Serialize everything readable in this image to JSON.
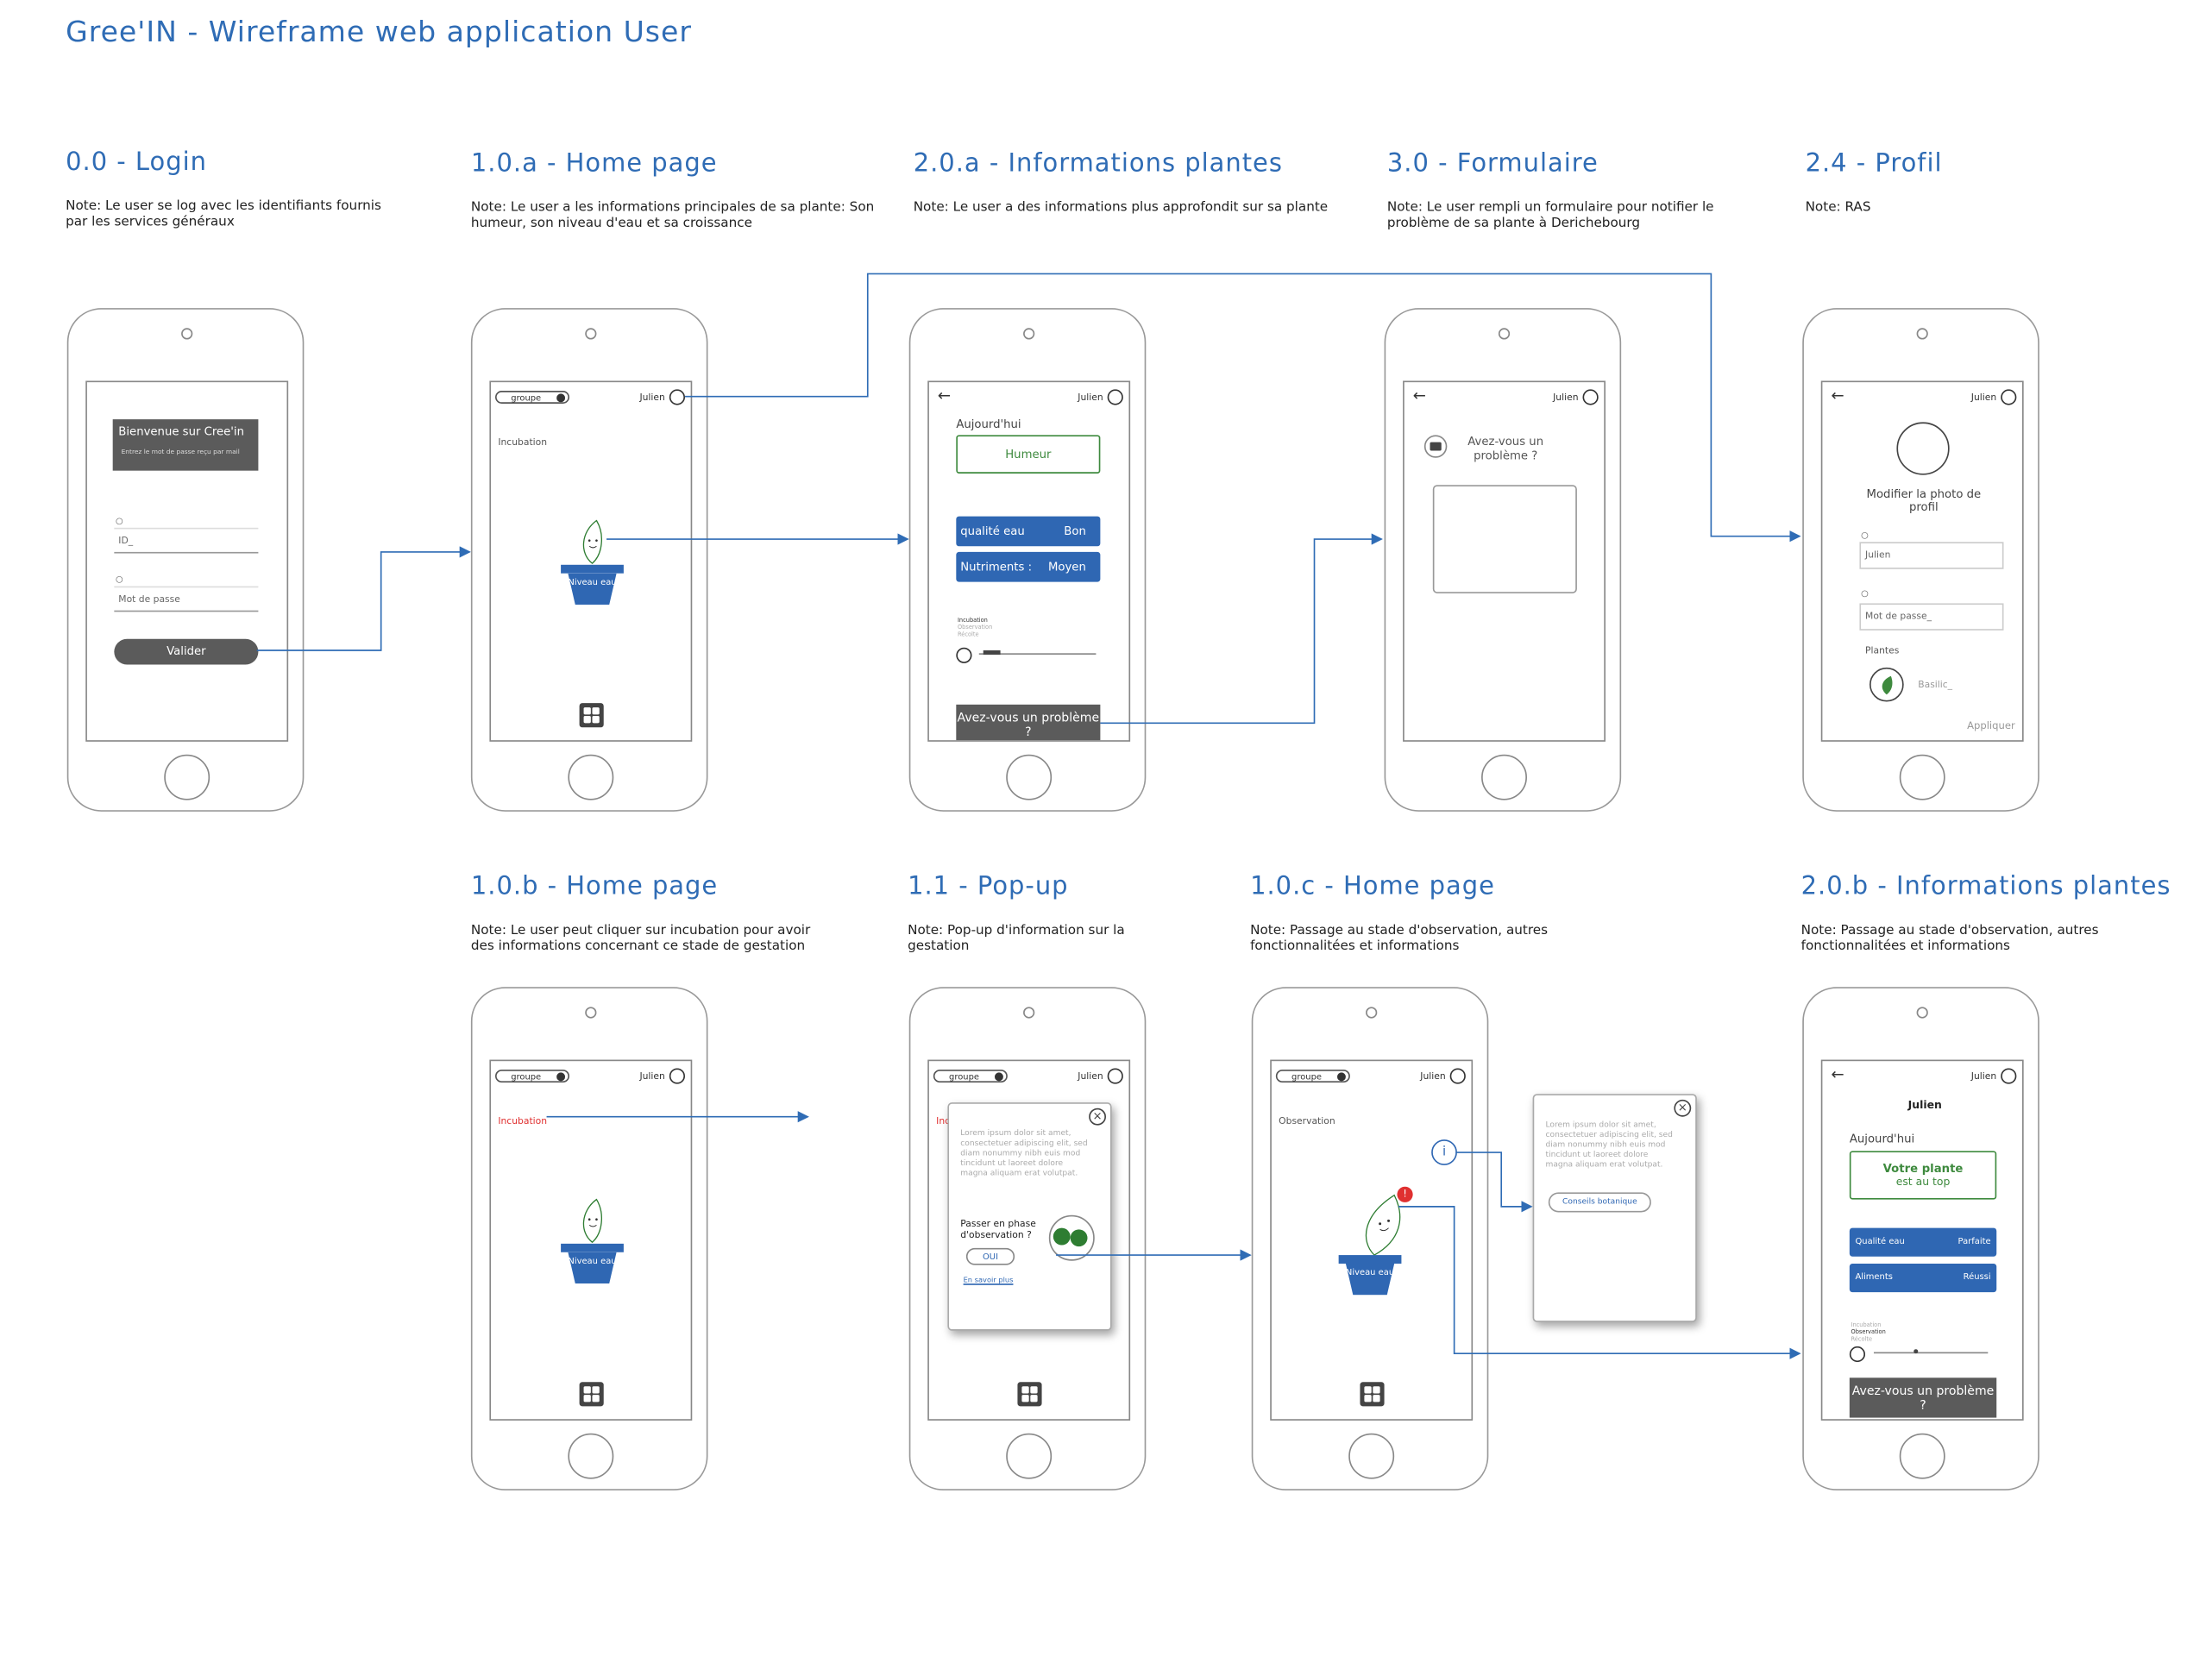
{
  "title": "Gree'IN - Wireframe web application User",
  "colors": {
    "accent": "#2f6cb5",
    "button_blue": "#2f67b3",
    "button_dark": "#5b5b5b",
    "alert_red": "#e03030",
    "leaf_green": "#3e8a3e"
  },
  "sections": {
    "login": {
      "title": "0.0 - Login",
      "note": "Note: Le user se log avec les identifiants fournis par les services généraux"
    },
    "home_a": {
      "title": "1.0.a - Home page",
      "note": "Note: Le user a les informations principales de sa plante: Son humeur, son niveau d'eau et sa croissance"
    },
    "info_a": {
      "title": "2.0.a - Informations plantes",
      "note": "Note: Le user a des informations plus approfondit sur sa plante"
    },
    "form": {
      "title": "3.0 - Formulaire",
      "note": "Note: Le user rempli un formulaire pour notifier le problème de sa plante à Derichebourg"
    },
    "profil": {
      "title": "2.4 - Profil",
      "note": "Note: RAS"
    },
    "home_b": {
      "title": "1.0.b - Home page",
      "note": "Note: Le user peut cliquer sur incubation pour avoir des informations concernant ce stade de gestation"
    },
    "popup": {
      "title": "1.1 - Pop-up",
      "note": "Note: Pop-up d'information sur la gestation"
    },
    "home_c": {
      "title": "1.0.c - Home page",
      "note": "Note: Passage au stade d'observation, autres fonctionnalitées et informations"
    },
    "info_b": {
      "title": "2.0.b - Informations plantes",
      "note": "Note: Passage au stade d'observation, autres fonctionnalitées et informations"
    }
  },
  "screens": {
    "login": {
      "header": "Bienvenue sur Cree'in",
      "subheader": "Entrez le mot de passe reçu par mail",
      "id_placeholder": "ID_",
      "password_placeholder": "Mot de passe",
      "button": "Valider"
    },
    "common": {
      "group": "groupe",
      "user": "Julien"
    },
    "home_a": {
      "stage": "Incubation",
      "pot_label": "Niveau eau"
    },
    "info_a": {
      "today": "Aujourd'hui",
      "mood": "Humeur",
      "water_label": "qualité eau",
      "water_value": "Bon",
      "nutrients_label": "Nutriments :",
      "nutrients_value": "Moyen",
      "stage_small": "Incubation",
      "stage_next": "Observation",
      "stage_next2": "Récolte",
      "problem": "Avez-vous un problème ?"
    },
    "form": {
      "question": "Avez-vous un problème ?"
    },
    "profil": {
      "photo": "Modifier la photo de profil",
      "name_value": "Julien",
      "password_placeholder": "Mot de passe_",
      "plants_label": "Plantes",
      "plant_name": "Basilic_",
      "apply": "Appliquer"
    },
    "home_b": {
      "stage": "Incubation",
      "pot_label": "Niveau eau"
    },
    "popup": {
      "stage_partial": "Inc",
      "lorem": "Lorem ipsum dolor sit amet, consectetuer adipiscing elit, sed diam nonummy nibh euis mod tincidunt ut laoreet dolore magna aliquam erat volutpat.",
      "question": "Passer en phase d'observation ?",
      "yes": "OUI",
      "more": "En savoir plus"
    },
    "home_c": {
      "stage": "Observation",
      "pot_label": "Niveau eau",
      "badge": "!",
      "info_icon": "i",
      "popup_lorem": "Lorem ipsum dolor sit amet, consectetuer adipiscing elit, sed diam nonummy nibh euis mod tincidunt ut laoreet dolore magna aliquam erat volutpat.",
      "tips": "Conseils botanique"
    },
    "info_b": {
      "name": "Julien",
      "today": "Aujourd'hui",
      "plant_top_1": "Votre plante",
      "plant_top_2": "est au top",
      "water_label": "Qualité eau",
      "water_value": "Parfaite",
      "food_label": "Aliments",
      "food_value": "Réussi",
      "stage_small": "Incubation",
      "stage_current": "Observation",
      "stage_next": "Récolte",
      "problem": "Avez-vous un problème ?"
    }
  }
}
